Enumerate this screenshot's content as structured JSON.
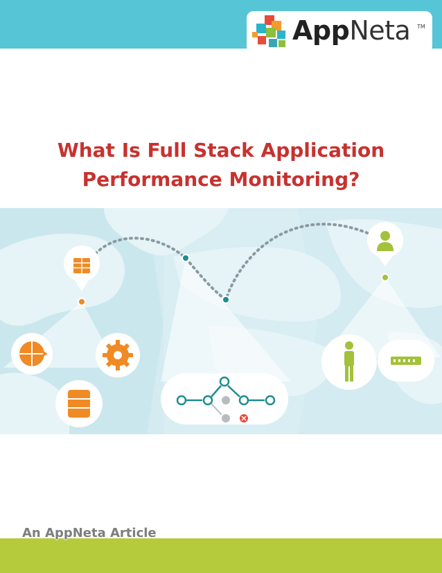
{
  "header": {
    "logo_app": "App",
    "logo_neta": "Neta",
    "logo_tm": "TM"
  },
  "title": {
    "line1": "What Is Full Stack Application",
    "line2": "Performance Monitoring?"
  },
  "footer": {
    "label": "An AppNeta Article"
  },
  "colors": {
    "top_band": "#56c5d6",
    "title_red": "#c7322f",
    "bottom_band": "#b6cb3c",
    "map_water": "#d3ebf1",
    "icon_orange": "#f08a24",
    "icon_green": "#a3c13a",
    "node_teal": "#1e8d90"
  },
  "icons": [
    "server-icon",
    "workflow-icon",
    "gear-icon",
    "database-icon",
    "user-icon",
    "person-icon",
    "network-device-icon",
    "transaction-flow-icon"
  ]
}
